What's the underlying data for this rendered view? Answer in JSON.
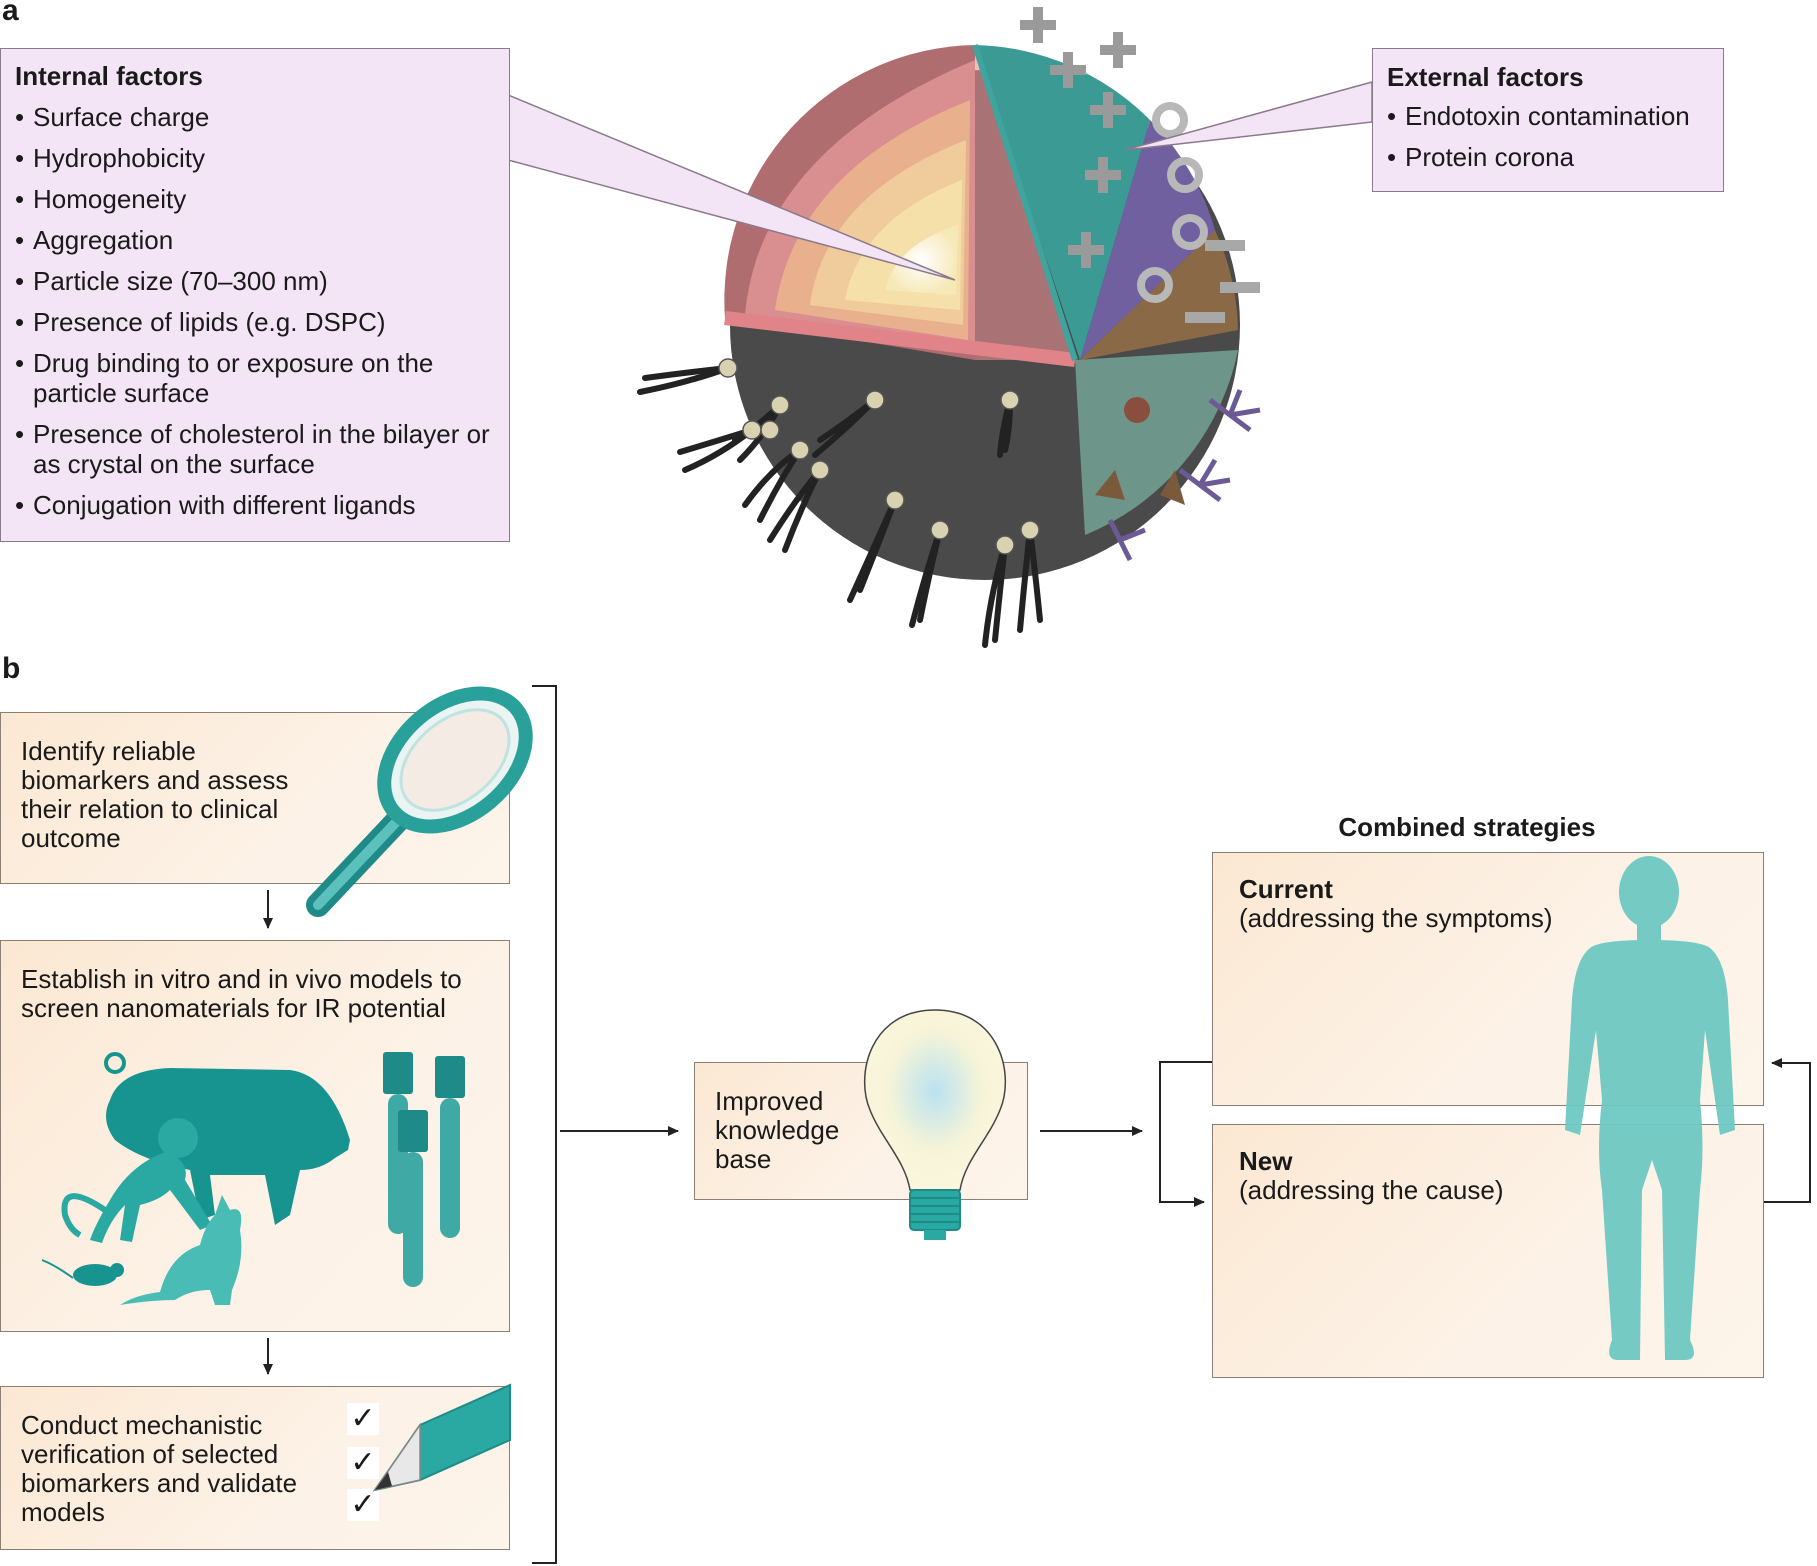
{
  "panel_a": {
    "label": "a",
    "internal": {
      "title": "Internal factors",
      "items": [
        "Surface charge",
        "Hydrophobicity",
        "Homogeneity",
        "Aggregation",
        "Particle size (70–300 nm)",
        "Presence of lipids (e.g. DSPC)",
        "Drug binding to or exposure on the particle surface",
        "Presence of cholesterol in the bilayer or as crystal on the surface",
        "Conjugation with different ligands"
      ]
    },
    "external": {
      "title": "External factors",
      "items": [
        "Endotoxin contamination",
        "Protein corona"
      ]
    }
  },
  "panel_b": {
    "label": "b",
    "step1": "Identify reliable biomarkers and assess their relation to clinical outcome",
    "step2": "Establish in vitro and in vivo models to screen nanomaterials for IR potential",
    "step3": "Conduct mechanistic verification of selected biomarkers and validate models",
    "knowledge": "Improved knowledge base",
    "combined_title": "Combined strategies",
    "current_title": "Current",
    "current_sub": "(addressing the symptoms)",
    "new_title": "New",
    "new_sub": "(addressing the cause)",
    "check_mark": "✓"
  },
  "colors": {
    "teal": "#3fa9a6",
    "teal_dark": "#1f8b88",
    "pink_box": "#f3e4f6",
    "peach_box": "#fbe8d3"
  }
}
